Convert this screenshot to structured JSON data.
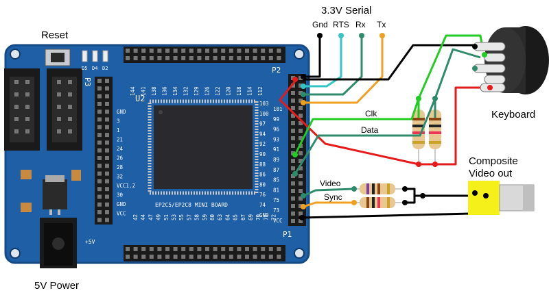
{
  "labels": {
    "reset": "Reset",
    "power": "5V Power",
    "serial_title": "3.3V Serial",
    "serial_pins": [
      "Gnd",
      "RTS",
      "Rx",
      "Tx"
    ],
    "keyboard": "Keyboard",
    "composite_line1": "Composite",
    "composite_line2": "Video out",
    "clk": "Clk",
    "data": "Data",
    "video": "Video",
    "sync": "Sync"
  },
  "board": {
    "chip_label": "U2",
    "board_name": "EP2C5/EP2C8 MINI BOARD",
    "header_p2": "P2",
    "header_p3": "P3",
    "header_p1": "P1",
    "right_pins": [
      "103",
      "100",
      "97",
      "94",
      "92",
      "90",
      "88",
      "86",
      "80",
      "76",
      "74",
      "GND"
    ],
    "right_pins2": [
      "101",
      "99",
      "96",
      "93",
      "91",
      "89",
      "87",
      "85",
      "81",
      "75",
      "73",
      "VCC"
    ],
    "top_pins": [
      "144",
      "141",
      "138",
      "136",
      "134",
      "132",
      "129",
      "126",
      "122",
      "120",
      "118",
      "114",
      "112"
    ],
    "bottom_pins": [
      "42",
      "44",
      "47",
      "49",
      "51",
      "53",
      "55",
      "57",
      "58",
      "59",
      "60",
      "63",
      "64",
      "65",
      "67",
      "69",
      "70",
      "71",
      "72"
    ],
    "left_pins": [
      "GND",
      "3",
      "1",
      "21",
      "24",
      "26",
      "28",
      "32",
      "VCC1.2",
      "30",
      "GND",
      "VCC"
    ],
    "misc": [
      "+5V",
      "D5",
      "D4",
      "D2"
    ]
  },
  "colors": {
    "black": "#000000",
    "cyan": "#33c6c6",
    "teal": "#2e8b6b",
    "orange": "#f0a020",
    "red": "#e51a1a",
    "green": "#22cc22",
    "pcb": "#1f5fa6",
    "yellow": "#f5ef1a"
  }
}
